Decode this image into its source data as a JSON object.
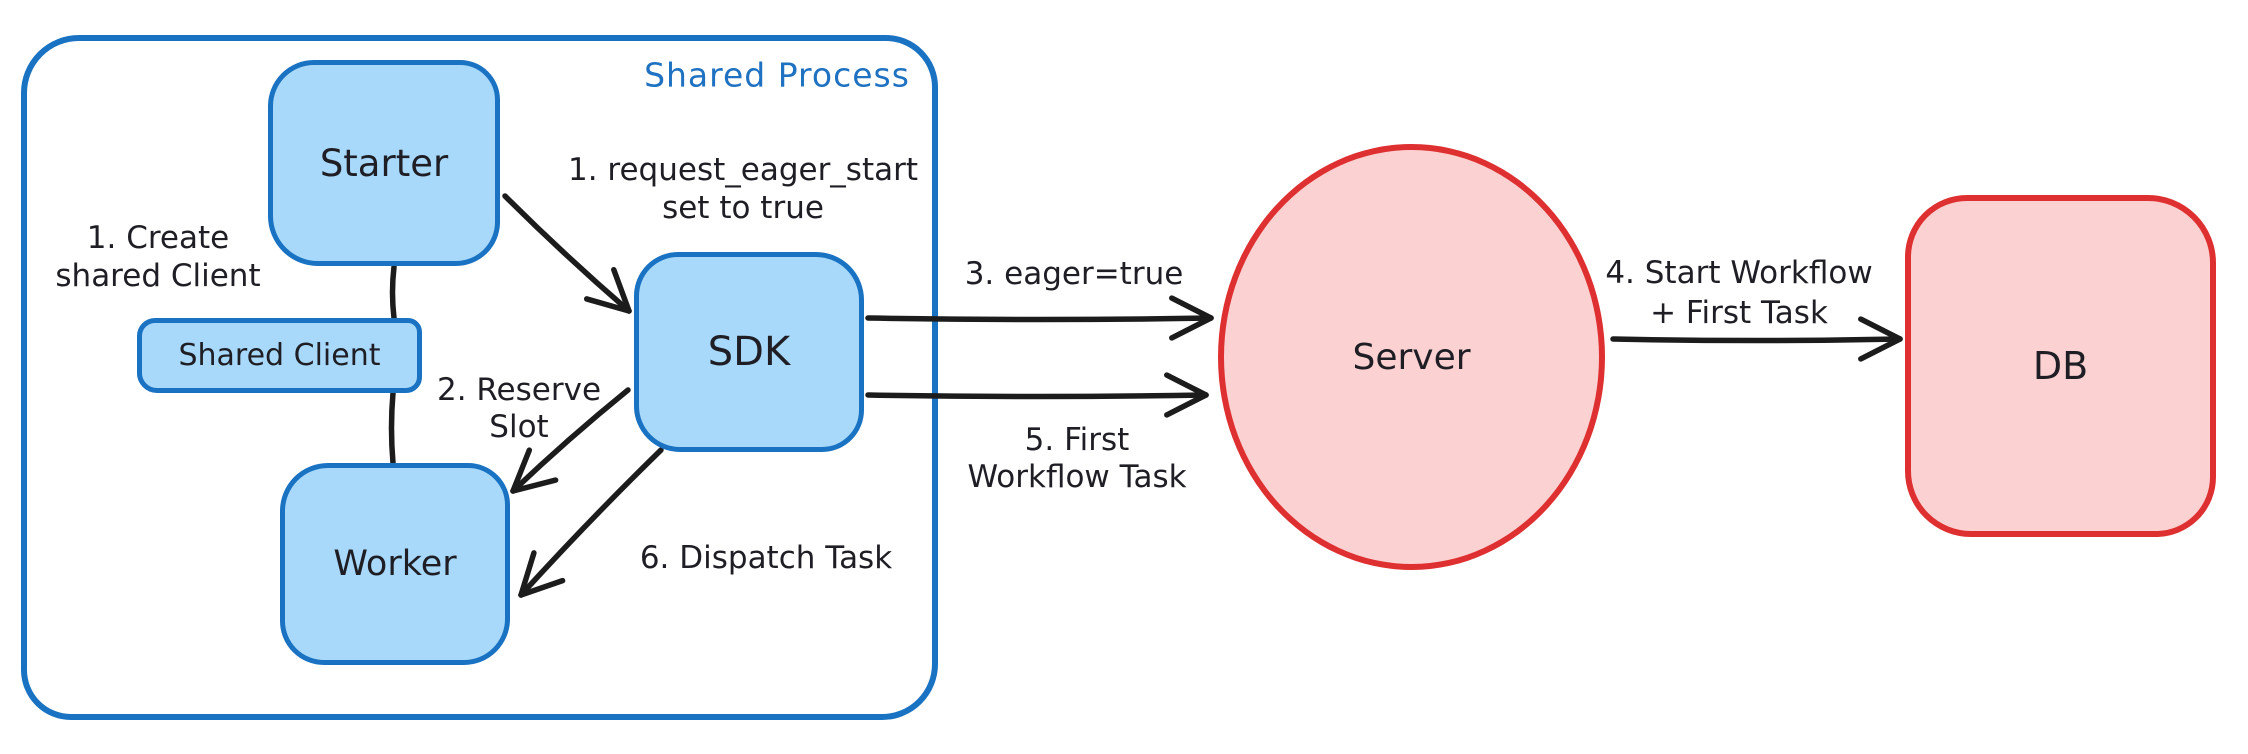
{
  "diagram": {
    "container": {
      "label": "Shared Process"
    },
    "nodes": {
      "starter": "Starter",
      "shared_client": "Shared Client",
      "worker": "Worker",
      "sdk": "SDK",
      "server": "Server",
      "db": "DB"
    },
    "annotations": {
      "create_client": {
        "line1": "1. Create",
        "line2": "shared Client"
      },
      "request_eager": {
        "line1": "1. request_eager_start",
        "line2": "set to true"
      },
      "reserve_slot": {
        "line1": "2. Reserve",
        "line2": "Slot"
      },
      "eager_true": "3. eager=true",
      "start_workflow": {
        "line1": "4. Start Workflow",
        "line2": "+ First Task"
      },
      "first_workflow_task": {
        "line1": "5. First",
        "line2": "Workflow Task"
      },
      "dispatch_task": "6. Dispatch Task"
    },
    "colors": {
      "blue_stroke": "#1a72c2",
      "blue_fill": "#a8d9fb",
      "red_stroke": "#df3031",
      "red_fill": "#fbd1d1",
      "arrow": "#1c1c1c",
      "label_blue": "#1f72c1",
      "text": "#1e1e24",
      "background": "#ffffff"
    }
  }
}
